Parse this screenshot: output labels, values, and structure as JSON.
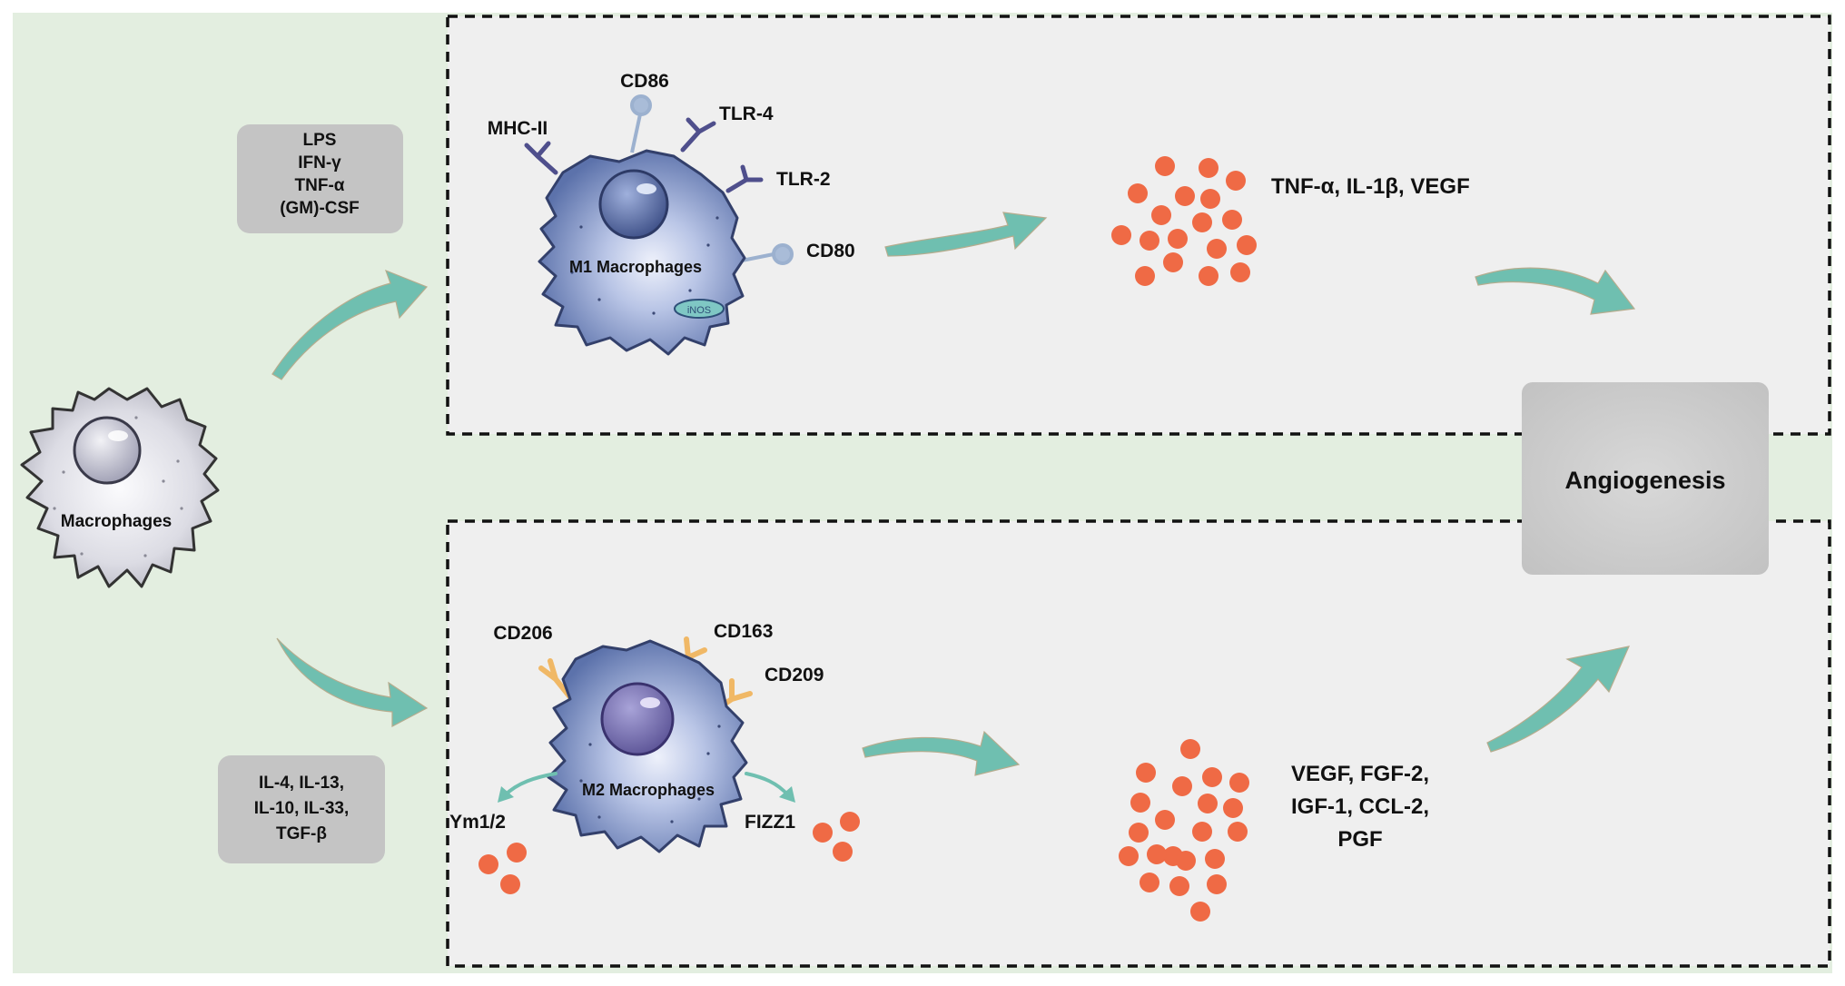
{
  "macrophage": {
    "label": "Macrophages"
  },
  "m1": {
    "stimuli": [
      "LPS",
      "IFN-γ",
      "TNF-α",
      "(GM)-CSF"
    ],
    "cell_label": "M1 Macrophages",
    "inos_label": "iNOS",
    "receptors": {
      "mhc2": "MHC-II",
      "cd86": "CD86",
      "tlr4": "TLR-4",
      "tlr2": "TLR-2",
      "cd80": "CD80"
    },
    "secreted": "TNF-α, IL-1β, VEGF"
  },
  "m2": {
    "stimuli": [
      "IL-4, IL-13,",
      "IL-10, IL-33,",
      "TGF-β"
    ],
    "cell_label": "M2 Macrophages",
    "receptors": {
      "cd206": "CD206",
      "cd163": "CD163",
      "cd209": "CD209"
    },
    "markers": {
      "ym": "Ym1/2",
      "fizz": "FIZZ1"
    },
    "secreted": [
      "VEGF, FGF-2,",
      "IGF-1,  CCL-2,",
      "PGF"
    ]
  },
  "outcome": {
    "label": "Angiogenesis"
  },
  "colors": {
    "background": "#e3eee0",
    "panel": "#efefef",
    "stimulus_box": "#c4c4c4",
    "arrow": "#6fbfb0",
    "m1_cell": "#6a80b2",
    "dot": "#ef6a45",
    "m2_receptor": "#f0b866",
    "m1_receptor": "#4f4f8c"
  }
}
